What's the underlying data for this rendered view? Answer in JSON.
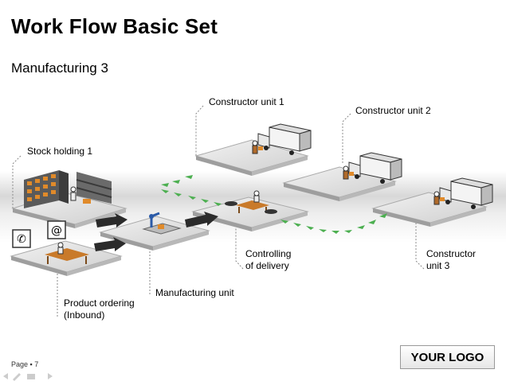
{
  "title": "Work Flow Basic Set",
  "subtitle": "Manufacturing 3",
  "labels": {
    "stock_holding": "Stock holding 1",
    "constructor_1": "Constructor unit 1",
    "constructor_2": "Constructor unit 2",
    "constructor_3_line1": "Constructor",
    "constructor_3_line2": "unit 3",
    "controlling_line1": "Controlling",
    "controlling_line2": "of delivery",
    "manufacturing": "Manufacturing unit",
    "ordering_line1": "Product ordering",
    "ordering_line2": "(Inbound)"
  },
  "footer": {
    "page": "Page ▪ 7",
    "logo": "YOUR LOGO"
  },
  "icons": {
    "phone": "phone-icon",
    "email": "email-icon",
    "email_glyph": "@",
    "phone_glyph": "✆"
  },
  "colors": {
    "platform_top": "#e2e2e2",
    "platform_side": "#9e9e9e",
    "arrow_dark": "#2b2b2b",
    "arrow_green": "#4caf50",
    "shelf": "#555555",
    "box": "#e08a2a"
  }
}
